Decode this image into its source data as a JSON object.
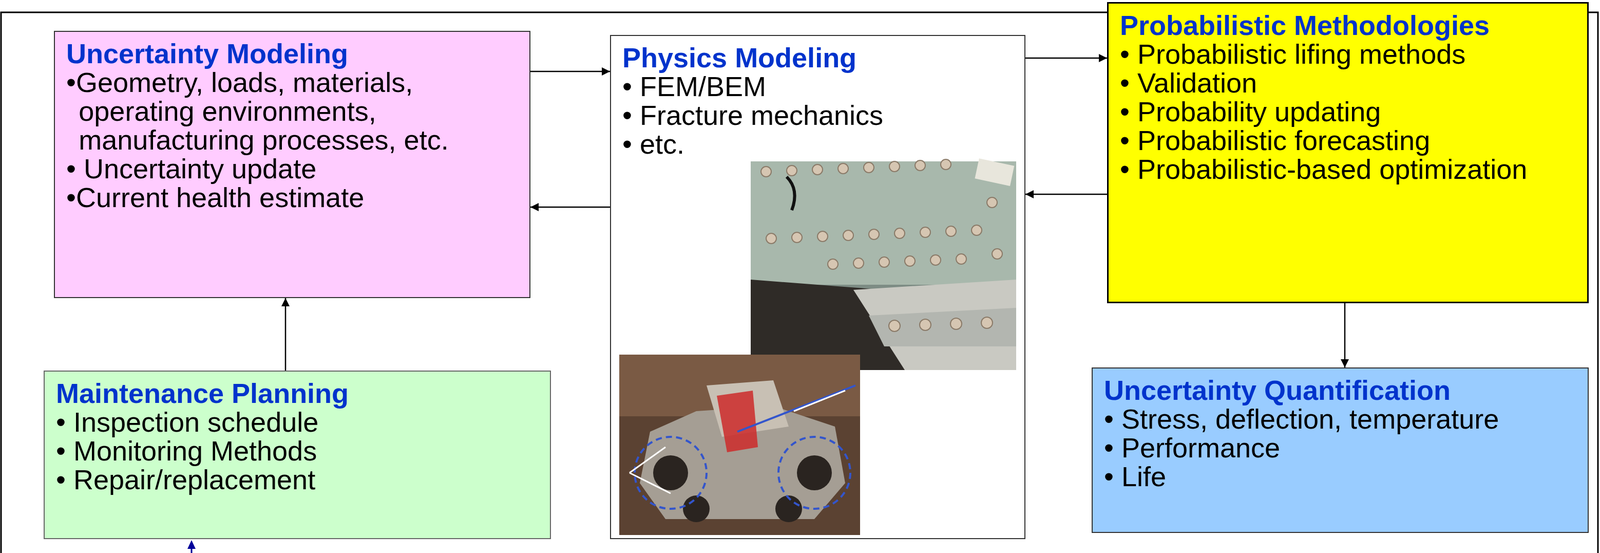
{
  "diagram": {
    "nodes": [
      {
        "text": [
          "Uncertainty Modeling",
          "•Geometry, loads, materials, operating environments, manufacturing processes, etc.",
          "• Uncertainty update",
          "•Current health estimate"
        ]
      },
      {
        "text": [
          "Physics Modeling",
          "• FEM/BEM",
          "• Fracture mechanics",
          "• etc."
        ]
      },
      {
        "text": [
          "Probabilistic Methodologies",
          "• Probabilistic lifing methods",
          "• Validation",
          "• Probability updating",
          "• Probabilistic forecasting",
          "• Probabilistic-based optimization"
        ]
      },
      {
        "text": [
          "Maintenance Planning",
          "• Inspection schedule",
          "• Monitoring Methods",
          "• Repair/replacement"
        ]
      },
      {
        "text": [
          "Uncertainty Quantification",
          "• Stress, deflection, temperature",
          "• Performance",
          "• Life"
        ]
      }
    ],
    "edges": [
      {
        "from": 0,
        "to": 1,
        "arrow": "to"
      },
      {
        "from": 1,
        "to": 0,
        "arrow": "to"
      },
      {
        "from": 1,
        "to": 2,
        "arrow": "to"
      },
      {
        "from": 2,
        "to": 1,
        "arrow": "to"
      },
      {
        "from": 2,
        "to": 4,
        "arrow": "to"
      },
      {
        "from": 3,
        "to": 0,
        "arrow": "to"
      }
    ]
  }
}
